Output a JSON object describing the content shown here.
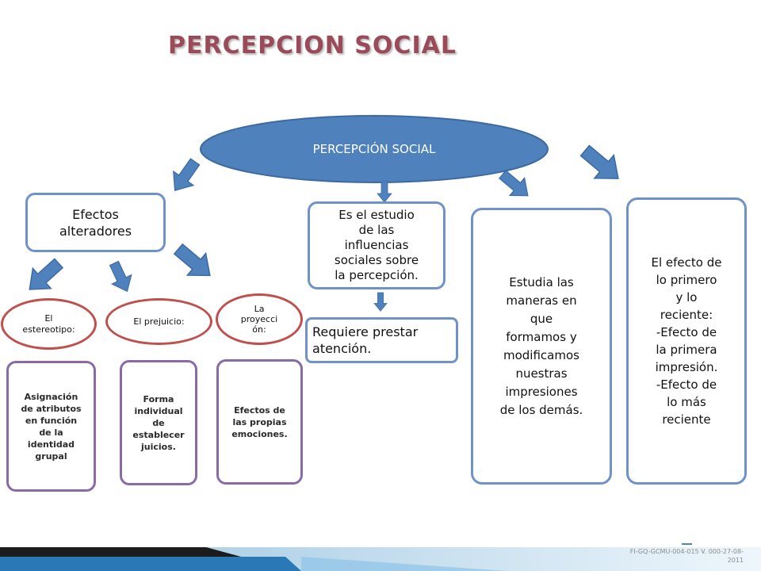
{
  "title": "PERCEPCION  SOCIAL",
  "colors": {
    "title": "#9a4a58",
    "oval_fill": "#4f81bd",
    "arrow_fill": "#4f81bd",
    "blue_border": "#6f93c8",
    "purple_border": "#8a6aa5",
    "red_border": "#c0504d"
  },
  "central_node": "PERCEPCIÓN SOCIAL",
  "nodes": {
    "efectos_alteradores": "Efectos\nalteradores",
    "estereotipo": "El\nestereotipo:",
    "prejuicio": "El prejuicio:",
    "proyeccion": "La\nproyecci\nón:",
    "asignacion": "Asignación\nde atributos\nen función\nde la\nidentidad\ngrupal",
    "forma_individual": "Forma\nindividual\nde\nestablecer\njuicios.",
    "efectos_emociones": "Efectos de\nlas propias\nemociones.",
    "estudio_influencias": "Es el estudio\nde las\ninfluencias\nsociales sobre\nla percepción.",
    "requiere_atencion": "Requiere prestar\natención.",
    "estudia_maneras": "Estudia las\nmaneras en\nque\nformamos y\nmodificamos\nnuestras\nimpresiones\nde los demás.",
    "efecto_primero": "El efecto de\nlo primero\ny lo\nreciente:\n-Efecto de\nla primera\nimpresión.\n-Efecto de\nlo más\nreciente"
  },
  "footer": {
    "code": "FI-GQ-GCMU-004-015 V. 000-27-08-\n2011"
  }
}
